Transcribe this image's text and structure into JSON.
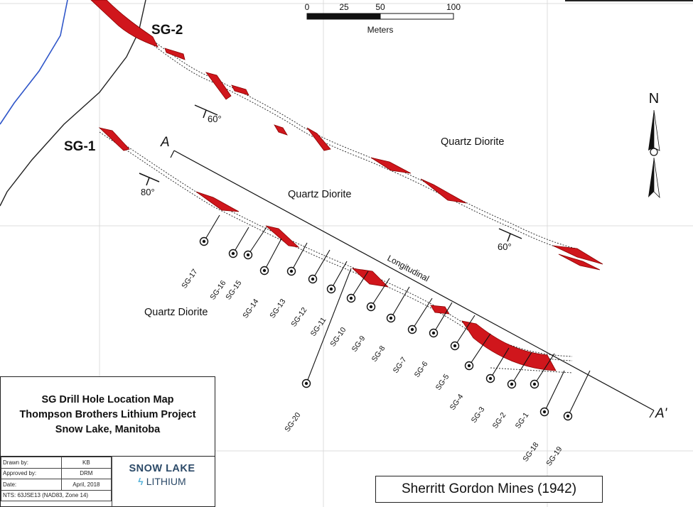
{
  "scale_bar": {
    "ticks": [
      "0",
      "25",
      "50",
      "100"
    ],
    "unit": "Meters"
  },
  "north_arrow": {
    "label": "N"
  },
  "drill_traces": {
    "upper": "SG-2",
    "lower": "SG-1"
  },
  "dip_labels": {
    "upper": "60°",
    "lower": "80°",
    "right": "60°"
  },
  "rock_units": {
    "northeast": "Quartz Diorite",
    "central": "Quartz Diorite",
    "southwest": "Quartz Diorite"
  },
  "section_line": {
    "start": "A",
    "end": "A'",
    "label": "Longitudinal"
  },
  "drill_holes": [
    "SG-17",
    "SG-16",
    "SG-15",
    "SG-14",
    "SG-13",
    "SG-12",
    "SG-11",
    "SG-10",
    "SG-9",
    "SG-8",
    "SG-7",
    "SG-6",
    "SG-5",
    "SG-4",
    "SG-3",
    "SG-2",
    "SG-1",
    "SG-18",
    "SG-19",
    "SG-20"
  ],
  "title_block": {
    "title_line1": "SG Drill Hole Location Map",
    "title_line2": "Thompson Brothers Lithium Project",
    "title_line3": "Snow Lake, Manitoba",
    "drawn_by_label": "Drawn by:",
    "drawn_by_value": "KB",
    "approved_by_label": "Approved by:",
    "approved_by_value": "DRM",
    "date_label": "Date:",
    "date_value": "April, 2018",
    "nts": "NTS: 63JSE13 (NAD83, Zone 14)",
    "logo_main": "SNOW LAKE",
    "logo_sub": "LITHIUM"
  },
  "credit": "Sherritt Gordon Mines (1942)",
  "colors": {
    "pegmatite": "#d0161c",
    "grid": "#dcdcdc",
    "shoreline": "#2f56c9",
    "linework": "#222222"
  }
}
